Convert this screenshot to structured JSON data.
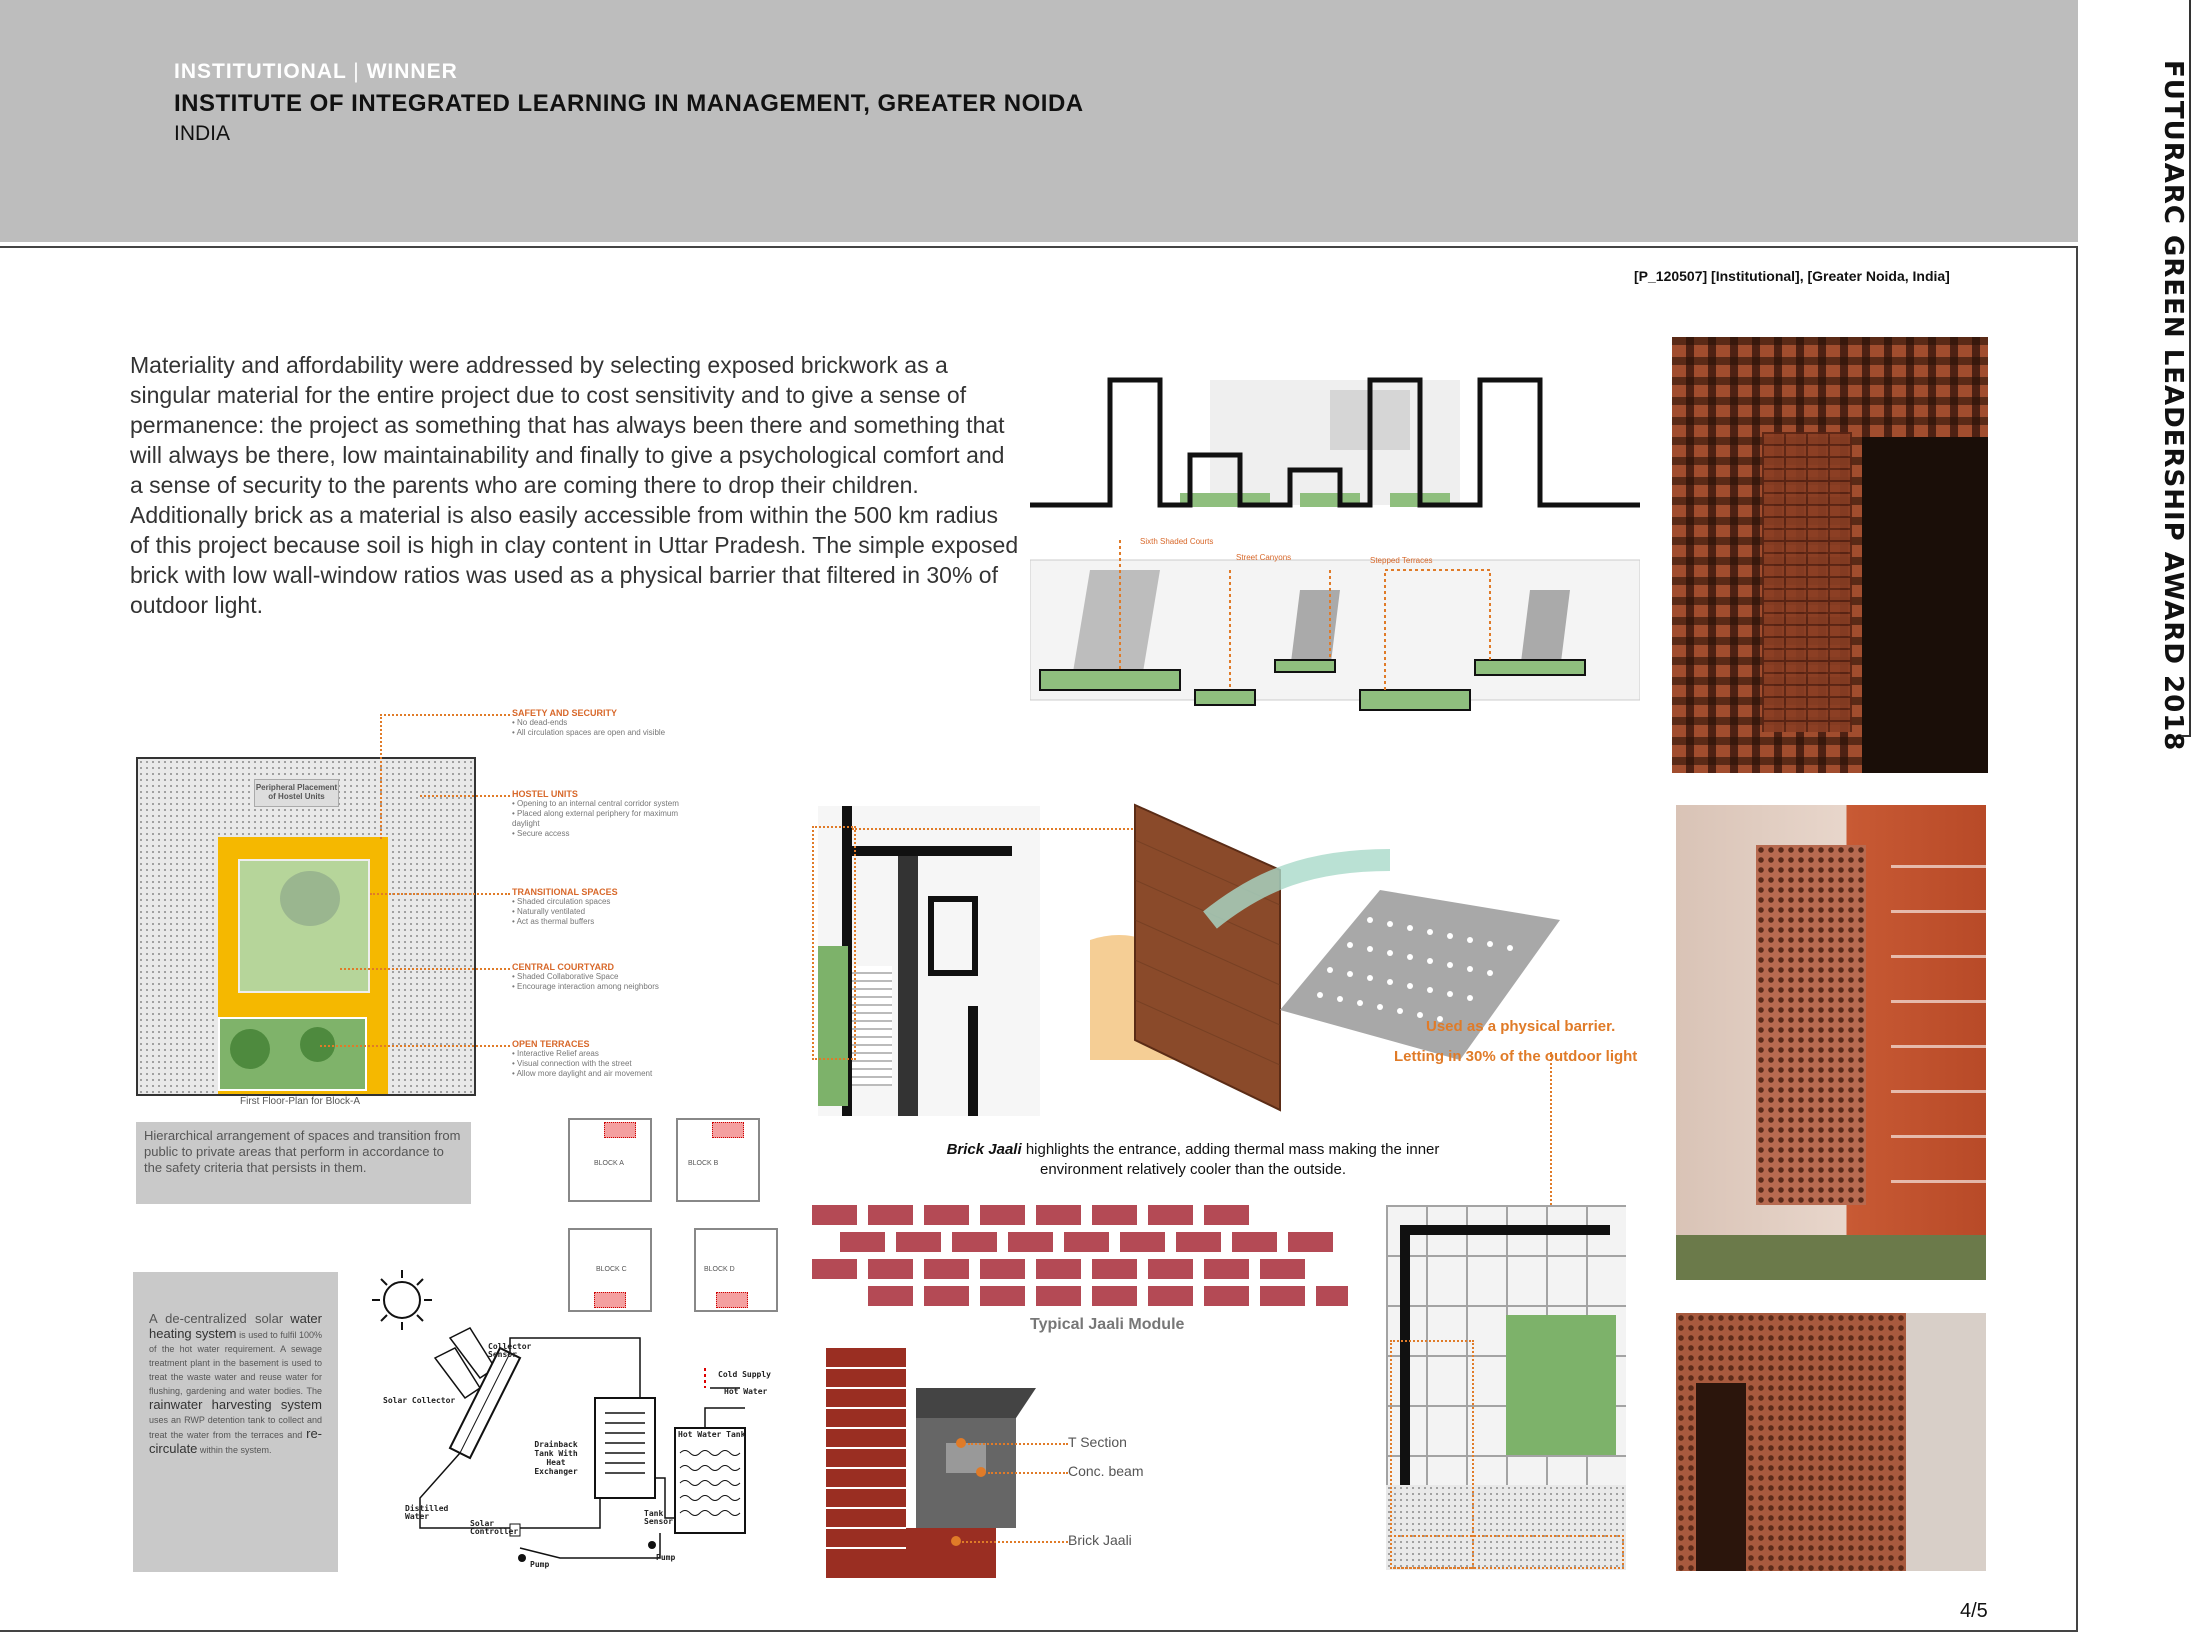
{
  "header": {
    "category": "INSTITUTIONAL",
    "separator": "|",
    "award": "WINNER",
    "title": "INSTITUTE OF INTEGRATED LEARNING IN MANAGEMENT, GREATER NOIDA",
    "country": "INDIA"
  },
  "sidebar": {
    "text": "FUTURARC GREEN LEADERSHIP AWARD 2018"
  },
  "reference": "[P_120507]  [Institutional], [Greater Noida, India]",
  "intro": "Materiality and affordability were addressed by selecting exposed brickwork as a singular material for the entire project due to cost sensitivity and to give a sense of permanence: the project as something that has always been there and something that will always be there, low maintainability and finally to give a psychological comfort and a sense of security to the parents who are coming there to drop their children. Additionally brick as a material is also easily accessible from within the 500 km radius of this project because soil is high in clay content in Uttar Pradesh. The simple exposed brick with low wall-window ratios was used as a physical barrier that filtered in 30% of outdoor light.",
  "section_labels": [
    "Sixth Shaded Courts",
    "Street Canyons",
    "Stepped Terraces"
  ],
  "plan": {
    "inner_label": "Peripheral Placement of Hostel Units",
    "caption": "First Floor-Plan for Block-A",
    "annotations": [
      {
        "title": "SAFETY AND SECURITY",
        "items": [
          "No dead-ends",
          "All circulation spaces are open and visible"
        ]
      },
      {
        "title": "HOSTEL UNITS",
        "items": [
          "Opening to an internal central corridor system",
          "Placed along external periphery for maximum daylight",
          "Secure access"
        ]
      },
      {
        "title": "TRANSITIONAL SPACES",
        "items": [
          "Shaded circulation spaces",
          "Naturally ventilated",
          "Act as thermal buffers"
        ]
      },
      {
        "title": "CENTRAL COURTYARD",
        "items": [
          "Shaded Collaborative Space",
          "Encourage interaction among neighbors"
        ]
      },
      {
        "title": "OPEN TERRACES",
        "items": [
          "Interactive Relief areas",
          "Visual connection with the street",
          "Allow more daylight and air movement"
        ]
      }
    ]
  },
  "hierarchy_note": "Hierarchical arrangement of spaces and transition from public to private areas that perform in accordance to the safety criteria that persists in them.",
  "blocks": [
    "BLOCK A",
    "BLOCK B",
    "BLOCK C",
    "BLOCK D"
  ],
  "jaali": {
    "barrier_line1": "Used as a physical barrier.",
    "barrier_line2": "Letting in 30% of the outdoor  light",
    "desc_bold": "Brick Jaali",
    "desc_rest": " highlights the entrance, adding thermal mass making the inner environment relatively cooler than the outside.",
    "module_caption": "Typical Jaali Module"
  },
  "section_parts": [
    "T Section",
    "Conc. beam",
    "Brick Jaali"
  ],
  "solar": {
    "p1": "A de-centralized solar",
    "p1b": "water heating system",
    "p1c": " is used to fulfil 100% of the hot water requirement. A sewage treatment plant in the basement is used to treat the waste water and reuse water for flushing, gardening and water bodies. The ",
    "p1d": "rainwater harvesting system",
    "p1e": " uses an RWP detention tank to collect and treat the water from the terraces and ",
    "p1f": "re-circulate",
    "p1g": " within the system.",
    "labels": {
      "collector_sensor": "Collector Sensor",
      "solar_collector": "Solar Collector",
      "cold_supply": "Cold Supply",
      "hot_water": "Hot Water",
      "drainback": "Drainback Tank With Heat Exchanger",
      "hot_water_tank": "Hot Water Tank",
      "tank_sensor": "Tank Sensor",
      "distilled": "Distilled Water",
      "solar_controller": "Solar Controller",
      "pump1": "Pump",
      "pump2": "Pump"
    }
  },
  "page_number": "4/5",
  "colors": {
    "header_bg": "#bdbdbd",
    "accent_orange": "#e07b28",
    "brick": "#9a4a2e",
    "plan_yellow": "#f5b800"
  }
}
